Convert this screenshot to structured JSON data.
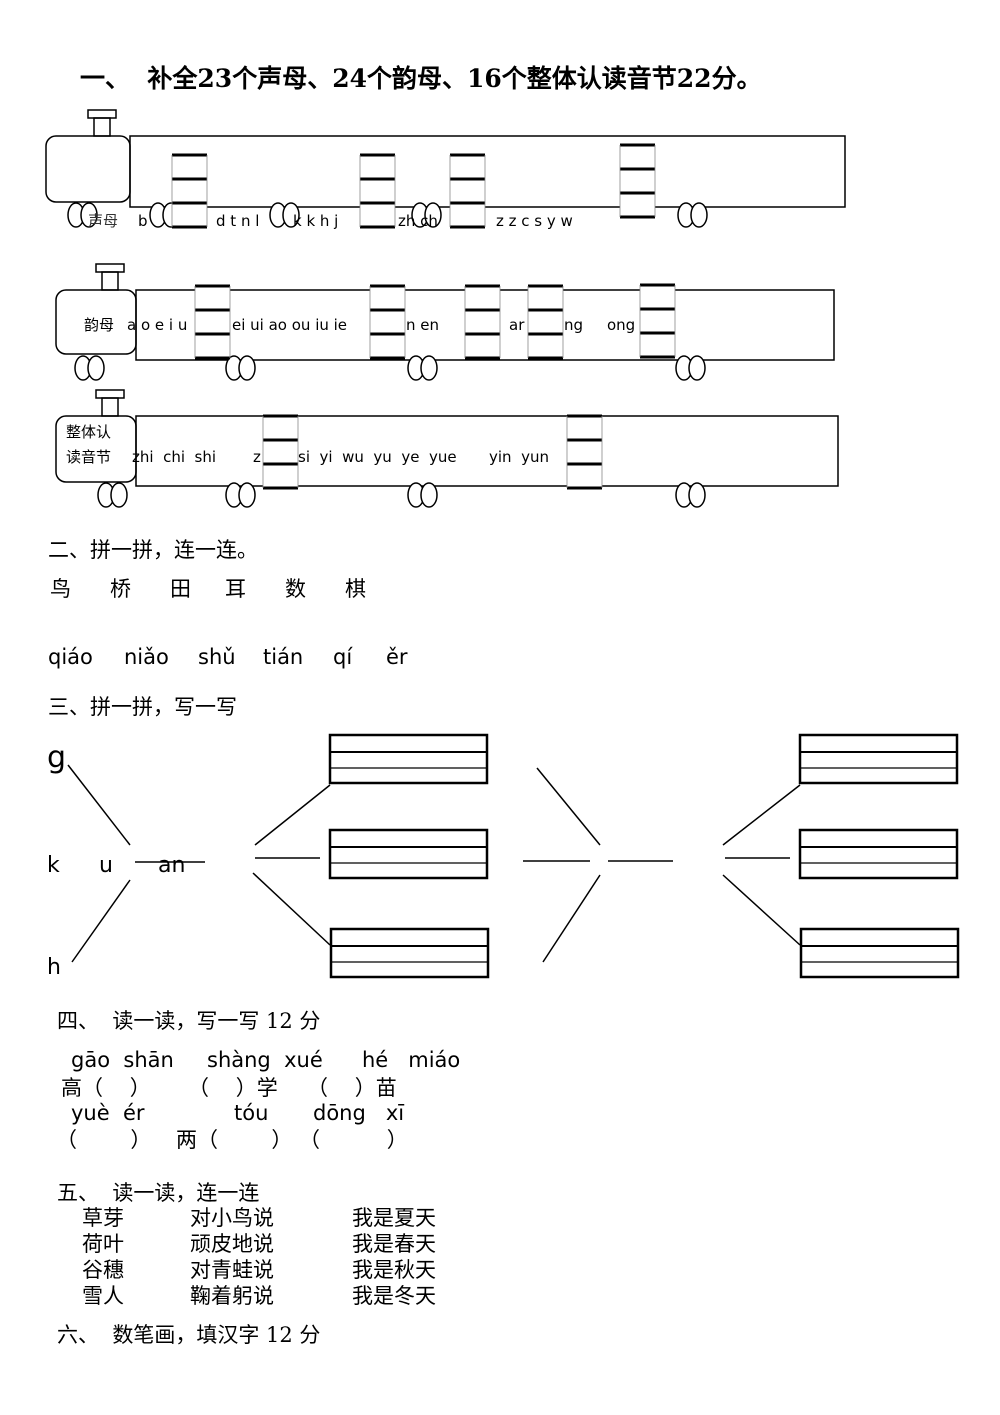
{
  "section1": {
    "title": "一、  补全23个声母、24个韵母、16个整体认读音节22分。",
    "train1": {
      "label": "声母",
      "items": [
        "b",
        "d t n l",
        "k k h j",
        "zh ch",
        "z z c s y w"
      ]
    },
    "train2": {
      "label": "韵母",
      "items": [
        "a o e i u",
        "ei ui ao ou iu ie",
        "n en",
        "ar",
        "ng",
        "ong"
      ]
    },
    "train3": {
      "label_line1": "整体认",
      "label_line2": "读音节",
      "items": [
        "zhi  chi  shi",
        "z",
        "si  yi  wu  yu  ye  yue",
        "yin  yun"
      ]
    }
  },
  "section2": {
    "title": "二、拼一拼，连一连。",
    "characters": [
      "鸟",
      "桥",
      "田",
      "耳",
      "数",
      "棋"
    ],
    "pinyin": [
      "qiáo",
      "niǎo",
      "shǔ",
      "tián",
      "qí",
      "ěr"
    ]
  },
  "section3": {
    "title": "三、拼一拼，写一写",
    "initials": [
      "g",
      "k",
      "h"
    ],
    "medial": "u",
    "final": "an"
  },
  "section4": {
    "title": "四、  读一读，写一写 12 分",
    "row1_pinyin": [
      "gāo  shān",
      "shàng  xué",
      "hé   miáo"
    ],
    "row1_chars": [
      "高（    ）",
      "（    ）学",
      "（    ）苗"
    ],
    "row2_pinyin": [
      "yuè  ér",
      "tóu",
      "dōng   xī"
    ],
    "row2_chars": [
      "（        ）",
      "两（        ）",
      "（          ）"
    ]
  },
  "section5": {
    "title": "五、  读一读，连一连",
    "col1": [
      "草芽",
      "荷叶",
      "谷穗",
      "雪人"
    ],
    "col2": [
      "对小鸟说",
      "顽皮地说",
      "对青蛙说",
      "鞠着躬说"
    ],
    "col3": [
      "我是夏天",
      "我是春天",
      "我是秋天",
      "我是冬天"
    ]
  },
  "section6": {
    "title": "六、  数笔画，填汉字 12 分"
  }
}
